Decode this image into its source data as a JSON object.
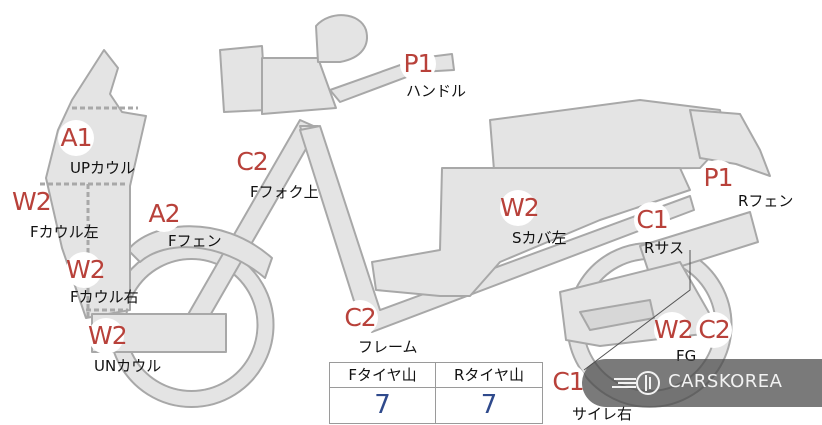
{
  "badges": {
    "p1_handle": "P1",
    "a1": "A1",
    "c2_fork": "C2",
    "w2_cowl_left": "W2",
    "a2": "A2",
    "w2_cowl_right": "W2",
    "w2_s_cover": "W2",
    "c1_r_sus": "C1",
    "p1_r_fender": "P1",
    "c2_frame": "C2",
    "w2_un_cowl": "W2",
    "w2_fg": "W2",
    "c2_fg": "C2",
    "c1_silencer": "C1"
  },
  "labels": {
    "handle": "ハンドル",
    "up_cowl": "UPカウル",
    "f_fork_upper": "Fフォク上",
    "f_cowl_left": "Fカウル左",
    "f_fender": "Fフェン",
    "f_cowl_right": "Fカウル右",
    "s_cover_left": "Sカバ左",
    "r_sus": "Rサス",
    "r_fender": "Rフェン",
    "frame": "フレーム",
    "un_cowl": "UNカウル",
    "fg": "FG",
    "silencer_right": "サイレ右"
  },
  "tire_table": {
    "headers": [
      "Fタイヤ山",
      "Rタイヤ山"
    ],
    "values": [
      "7",
      "7"
    ]
  },
  "watermark": {
    "text": "CARSKOREA",
    "icon": "carskorea-logo-icon"
  },
  "colors": {
    "part_fill": "#e4e4e4",
    "part_stroke": "#a8a8a8",
    "badge_text": "#b8413a",
    "tire_value": "#2f4a8c"
  }
}
